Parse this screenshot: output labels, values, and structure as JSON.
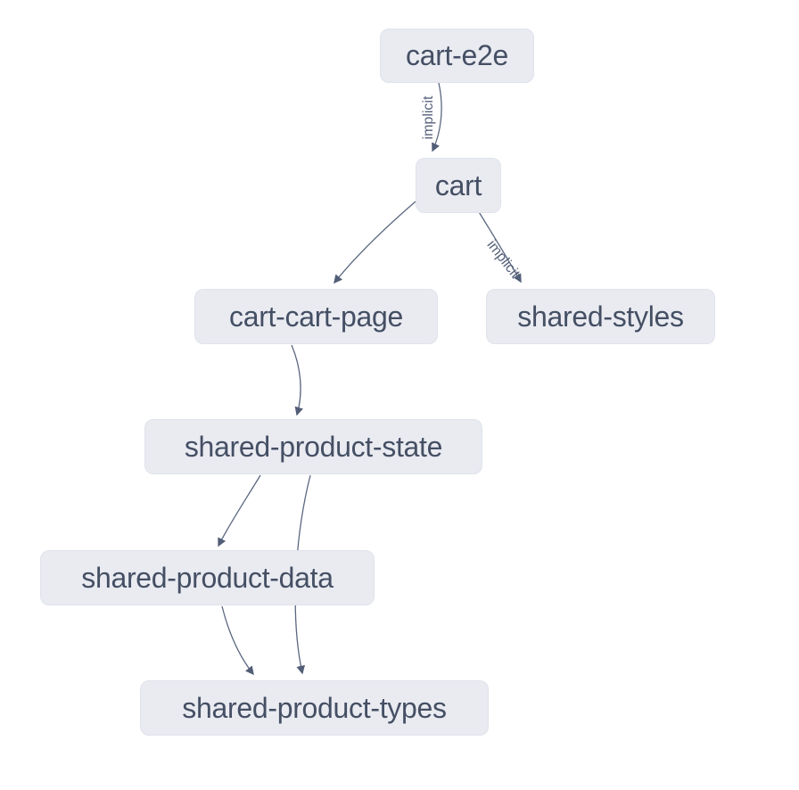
{
  "diagram": {
    "type": "dependency-graph",
    "colors": {
      "background": "#ffffff",
      "node_fill": "#e9ebf1",
      "node_border": "#e0e3eb",
      "node_text": "#454f64",
      "edge": "#5b6780",
      "edge_label": "#57627c"
    }
  },
  "nodes": [
    {
      "id": "cart-e2e",
      "label": "cart-e2e"
    },
    {
      "id": "cart",
      "label": "cart"
    },
    {
      "id": "cart-cart-page",
      "label": "cart-cart-page"
    },
    {
      "id": "shared-styles",
      "label": "shared-styles"
    },
    {
      "id": "shared-product-state",
      "label": "shared-product-state"
    },
    {
      "id": "shared-product-data",
      "label": "shared-product-data"
    },
    {
      "id": "shared-product-types",
      "label": "shared-product-types"
    }
  ],
  "edges": [
    {
      "from": "cart-e2e",
      "to": "cart",
      "label": "implicit"
    },
    {
      "from": "cart",
      "to": "cart-cart-page",
      "label": ""
    },
    {
      "from": "cart",
      "to": "shared-styles",
      "label": "implicit"
    },
    {
      "from": "cart-cart-page",
      "to": "shared-product-state",
      "label": ""
    },
    {
      "from": "shared-product-state",
      "to": "shared-product-data",
      "label": ""
    },
    {
      "from": "shared-product-state",
      "to": "shared-product-types",
      "label": ""
    },
    {
      "from": "shared-product-data",
      "to": "shared-product-types",
      "label": ""
    }
  ]
}
